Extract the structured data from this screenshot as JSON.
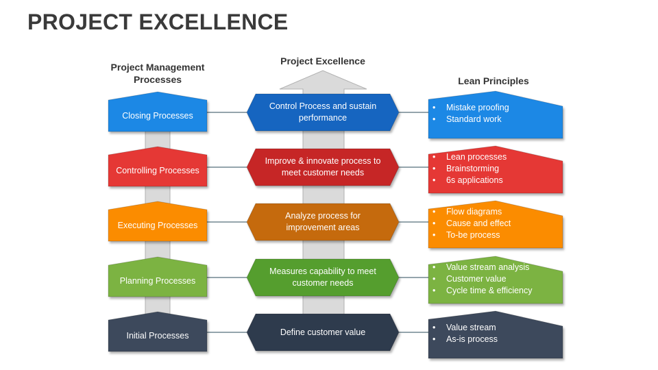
{
  "title": "PROJECT EXCELLENCE",
  "columns": {
    "left_heading": "Project Management Processes",
    "center_heading": "Project Excellence",
    "right_heading": "Lean Principles"
  },
  "colors": {
    "blue": "#1E88E5",
    "red": "#E53935",
    "orange": "#FB8C00",
    "green": "#7CB342",
    "dark": "#3E4A5C",
    "center_blue": "#1565C0",
    "center_red": "#C62828",
    "center_orange": "#C56A0A",
    "center_green": "#549E2E",
    "center_dark": "#2E3A4D",
    "arrow_fill": "#DADADA",
    "connector": "#546E7A"
  },
  "rows": [
    {
      "process": "Closing Processes",
      "stage": "Control Process and sustain performance",
      "principles": [
        "Mistake proofing",
        "Standard work"
      ]
    },
    {
      "process": "Controlling Processes",
      "stage": "Improve & innovate process to meet customer needs",
      "principles": [
        "Lean processes",
        "Brainstorming",
        "6s applications"
      ]
    },
    {
      "process": "Executing Processes",
      "stage": "Analyze process for improvement areas",
      "principles": [
        "Flow diagrams",
        "Cause and effect",
        "To-be process"
      ]
    },
    {
      "process": "Planning Processes",
      "stage": "Measures capability to meet customer needs",
      "principles": [
        "Value stream analysis",
        "Customer value",
        "Cycle time & efficiency"
      ]
    },
    {
      "process": "Initial Processes",
      "stage": "Define customer value",
      "principles": [
        "Value stream",
        "As-is process"
      ]
    }
  ]
}
